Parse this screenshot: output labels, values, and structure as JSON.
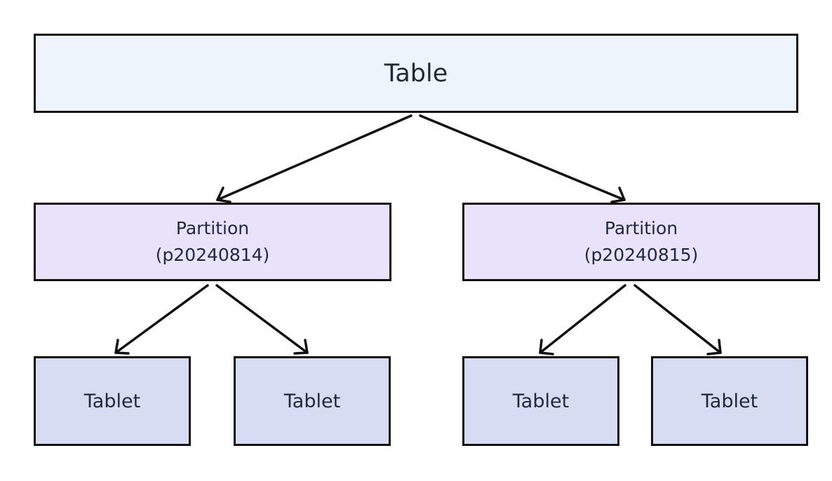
{
  "table": {
    "label": "Table"
  },
  "partitions": [
    {
      "label": "Partition",
      "name": "(p20240814)"
    },
    {
      "label": "Partition",
      "name": "(p20240815)"
    }
  ],
  "tablets": [
    {
      "label": "Tablet"
    },
    {
      "label": "Tablet"
    },
    {
      "label": "Tablet"
    },
    {
      "label": "Tablet"
    }
  ],
  "colors": {
    "table_fill": "#eef4fc",
    "partition_fill": "#e8e2fb",
    "tablet_fill": "#d7dcf3",
    "stroke": "#111111"
  }
}
